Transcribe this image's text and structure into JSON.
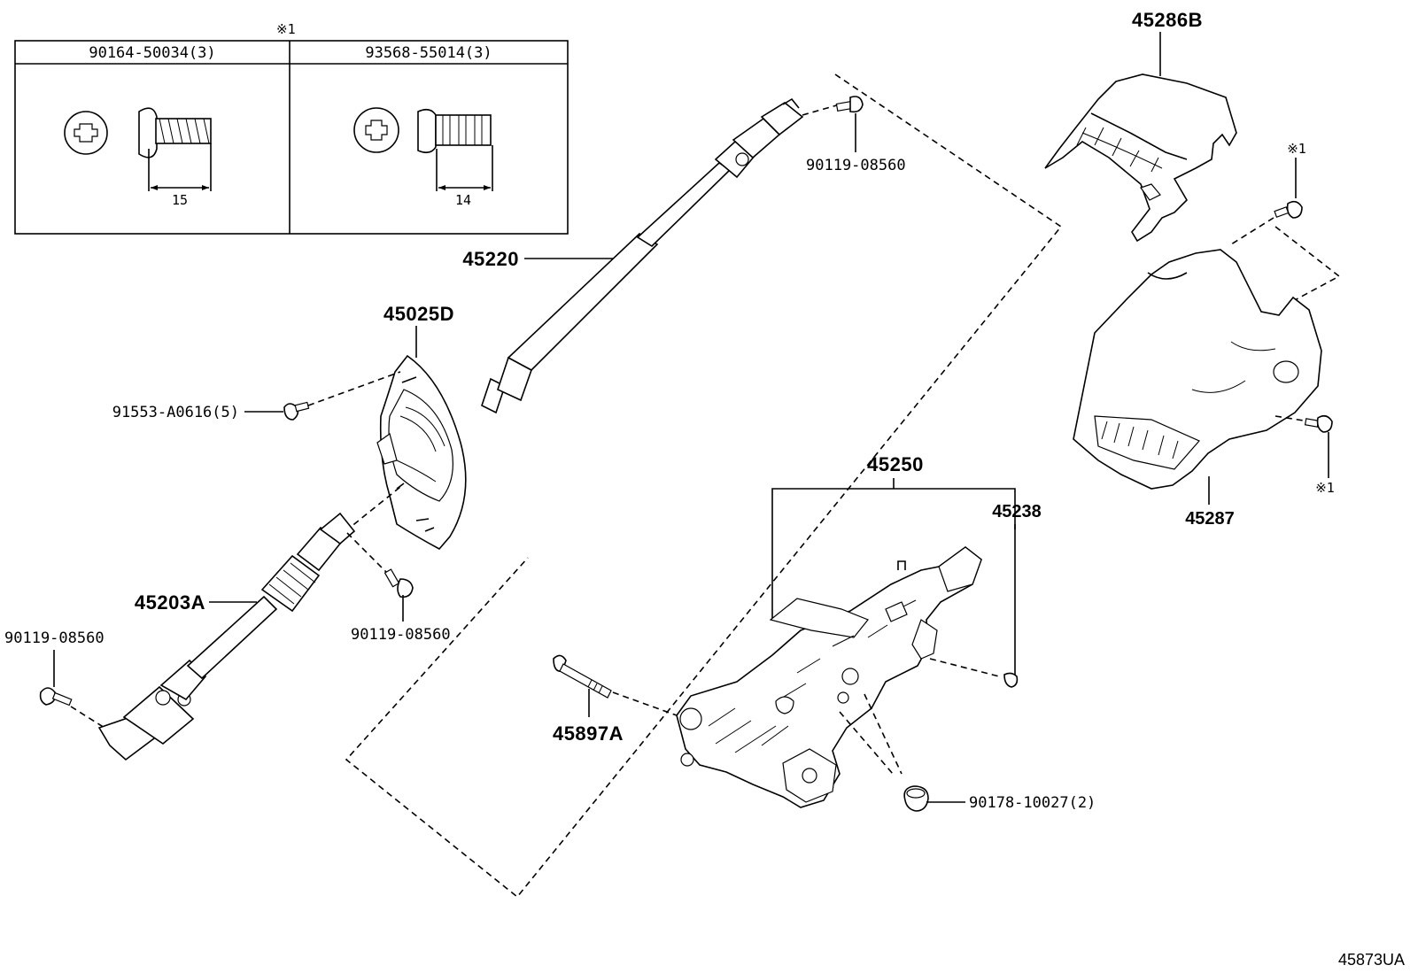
{
  "table": {
    "marker": "※1",
    "headers": [
      "90164-50034(3)",
      "93568-55014(3)"
    ],
    "dims": [
      "15",
      "14"
    ]
  },
  "labels": {
    "cover_upper": "45286B",
    "cover_lower": "45287",
    "shaft_upper": "45220",
    "boot": "45025D",
    "shaft_lower": "45203A",
    "column": "45250",
    "bracket": "45238",
    "bolt_long": "45897A",
    "screw_boot": "91553-A0616(5)",
    "bolt_upper": "90119-08560",
    "bolt_mid": "90119-08560",
    "bolt_left": "90119-08560",
    "nut": "90178-10027(2)",
    "mark_top": "※1",
    "mark_bottom": "※1",
    "diagram_code": "45873UA"
  }
}
